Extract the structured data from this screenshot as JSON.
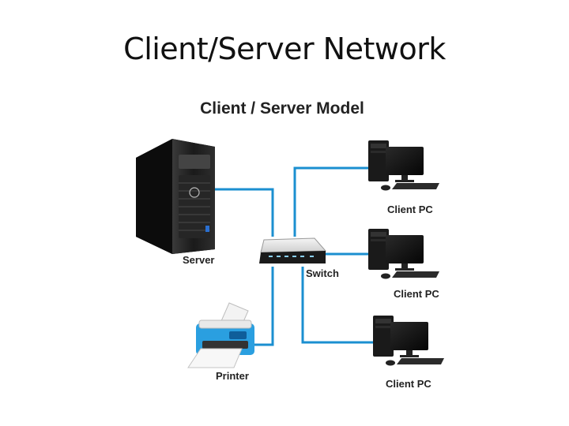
{
  "slide": {
    "title": "Client/Server Network"
  },
  "diagram": {
    "title": "Client / Server Model",
    "labels": {
      "server": "Server",
      "switch": "Switch",
      "printer": "Printer",
      "client1": "Client PC",
      "client2": "Client PC",
      "client3": "Client PC"
    },
    "colors": {
      "link": "#1b8fd0",
      "device_dark": "#1c1c1c",
      "printer_blue": "#2a9fe0"
    },
    "icons": [
      "server-tower-icon",
      "network-switch-icon",
      "printer-icon",
      "desktop-pc-icon"
    ]
  }
}
